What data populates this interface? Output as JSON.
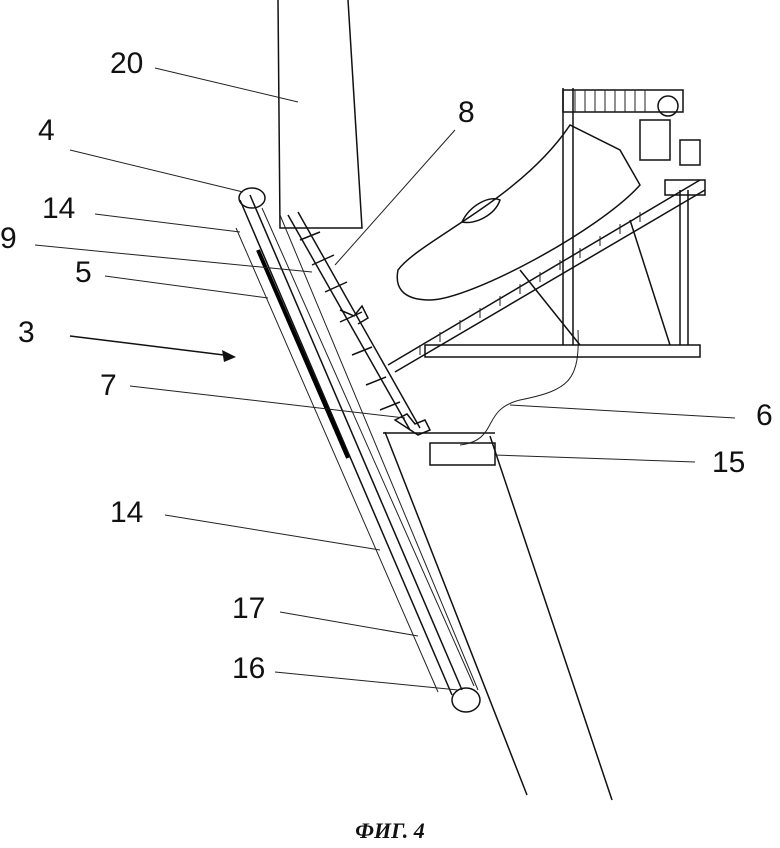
{
  "figure": {
    "caption": "ФИГ. 4",
    "labels": {
      "tower": "20",
      "gripper_upper": "8",
      "upper_roller": "4",
      "rail_upper": "14",
      "gripper_arms": "9",
      "beam": "5",
      "assembly": "3",
      "gripper_lower": "7",
      "cable": "6",
      "unit": "15",
      "rail_lower": "14",
      "guide": "17",
      "lower_roller": "16"
    }
  }
}
